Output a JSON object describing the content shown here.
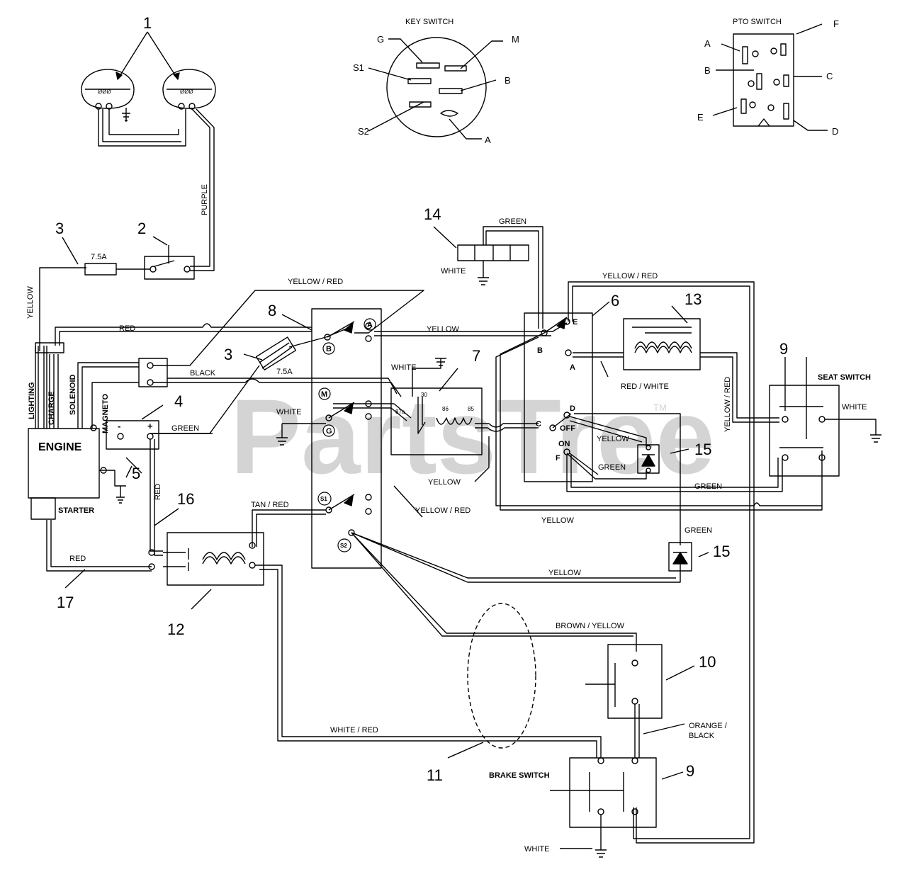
{
  "watermark": {
    "text": "PartsTree",
    "tm": "TM"
  },
  "colors": {
    "line": "#000000",
    "watermark": "#d4d4d4",
    "background": "#ffffff"
  },
  "key_switch": {
    "title": "KEY SWITCH",
    "terminals": {
      "g": "G",
      "m": "M",
      "s1": "S1",
      "b": "B",
      "s2": "S2",
      "a": "A"
    }
  },
  "pto_switch": {
    "title": "PTO SWITCH",
    "terminals": {
      "a": "A",
      "f": "F",
      "b": "B",
      "c": "C",
      "e": "E",
      "d": "D"
    }
  },
  "callouts": {
    "c1": "1",
    "c2": "2",
    "c3a": "3",
    "c3b": "3",
    "c4": "4",
    "c5": "5",
    "c6": "6",
    "c7": "7",
    "c8": "8",
    "c9a": "9",
    "c9b": "9",
    "c10": "10",
    "c11": "11",
    "c12": "12",
    "c13": "13",
    "c14": "14",
    "c15a": "15",
    "c15b": "15",
    "c16": "16",
    "c17": "17"
  },
  "fuses": {
    "f1": "7.5A",
    "f2": "7.5A"
  },
  "engine": {
    "label": "ENGINE",
    "starter": "STARTER",
    "terminals": {
      "lighting": "LIGHTING",
      "charge": "CHARGE",
      "solenoid": "SOLENOID",
      "magneto": "MAGNETO"
    }
  },
  "regulator": {
    "minus": "-",
    "plus": "+"
  },
  "ignition_contacts": {
    "a": "A",
    "b": "B",
    "m": "M",
    "g": "G",
    "s1": "S1",
    "s2": "S2"
  },
  "pto_contacts": {
    "e": "E",
    "b": "B",
    "a": "A",
    "c": "C",
    "d": "D",
    "off": "OFF",
    "on": "ON",
    "f": "F"
  },
  "relay": {
    "p30": "30",
    "p87a": "87a",
    "p86": "86",
    "p85": "85"
  },
  "headlight_labels": {
    "l1": "ØØØ",
    "l2": "ØØØ"
  },
  "switches": {
    "seat": "SEAT SWITCH",
    "brake": "BRAKE SWITCH"
  },
  "wires": {
    "purple": "PURPLE",
    "yellow_vert": "YELLOW",
    "yellow_red_top": "YELLOW / RED",
    "red_top": "RED",
    "black": "BLACK",
    "yellow_ab": "YELLOW",
    "green_top": "GREEN",
    "white_14": "WHITE",
    "yellow_red_right": "YELLOW / RED",
    "white_relay": "WHITE",
    "white_g": "WHITE",
    "green_reg": "GREEN",
    "red_white": "RED / WHITE",
    "yellow_red_vert": "YELLOW / RED",
    "white_seat": "WHITE",
    "yellow_pto": "YELLOW",
    "green_pto": "GREEN",
    "yellow_relay": "YELLOW",
    "yellow_red_mid": "YELLOW / RED",
    "green_mid": "GREEN",
    "yellow_mid": "YELLOW",
    "green_15": "GREEN",
    "red_16": "RED",
    "tan_red": "TAN / RED",
    "yellow_low": "YELLOW",
    "red_17": "RED",
    "brown_yellow": "BROWN / YELLOW",
    "orange_black_1": "ORANGE /",
    "orange_black_2": "BLACK",
    "white_red": "WHITE / RED",
    "white_gnd": "WHITE"
  }
}
